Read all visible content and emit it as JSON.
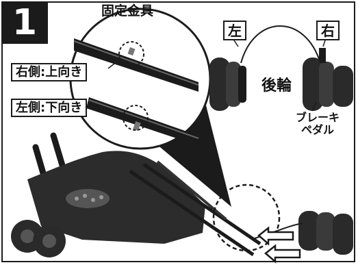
{
  "step": {
    "number": "1"
  },
  "labels": {
    "fitting": "固定金具",
    "right_up": "右側:上向き",
    "left_down": "左側:下向き",
    "left": "左",
    "right": "右",
    "rear_wheels": "後輪",
    "brake_pedal_line1": "ブレーキ",
    "brake_pedal_line2": "ペダル"
  },
  "colors": {
    "ink": "#1b1b1b",
    "frame": "#222222",
    "wheel": "#2a2a2a",
    "tire": "#444444"
  }
}
